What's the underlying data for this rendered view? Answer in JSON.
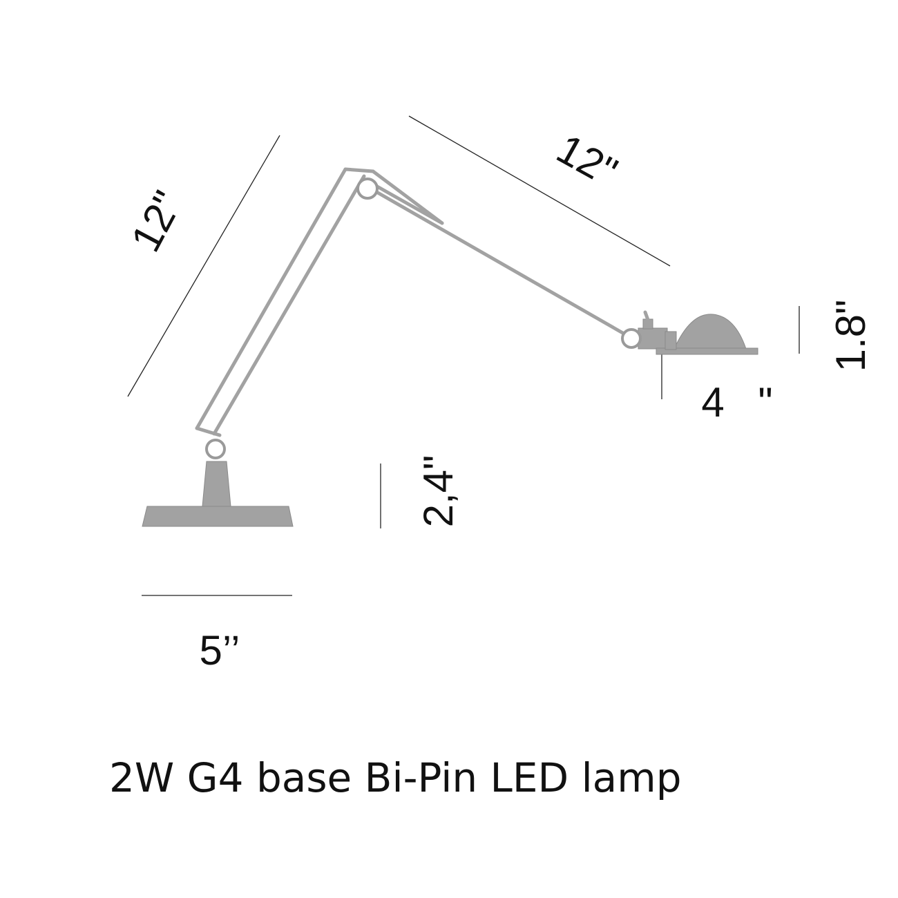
{
  "dimensions": {
    "lower_arm_length": "12\"",
    "upper_arm_length": "12\"",
    "shade_height": "1.8\"",
    "shade_width_value": "4",
    "shade_width_unit": "\"",
    "base_height": "2,4\"",
    "base_width": "5’’"
  },
  "caption": "2W G4 base Bi-Pin LED lamp",
  "colors": {
    "lamp": "#a2a2a2",
    "lines": "#222222",
    "text": "#111111"
  }
}
